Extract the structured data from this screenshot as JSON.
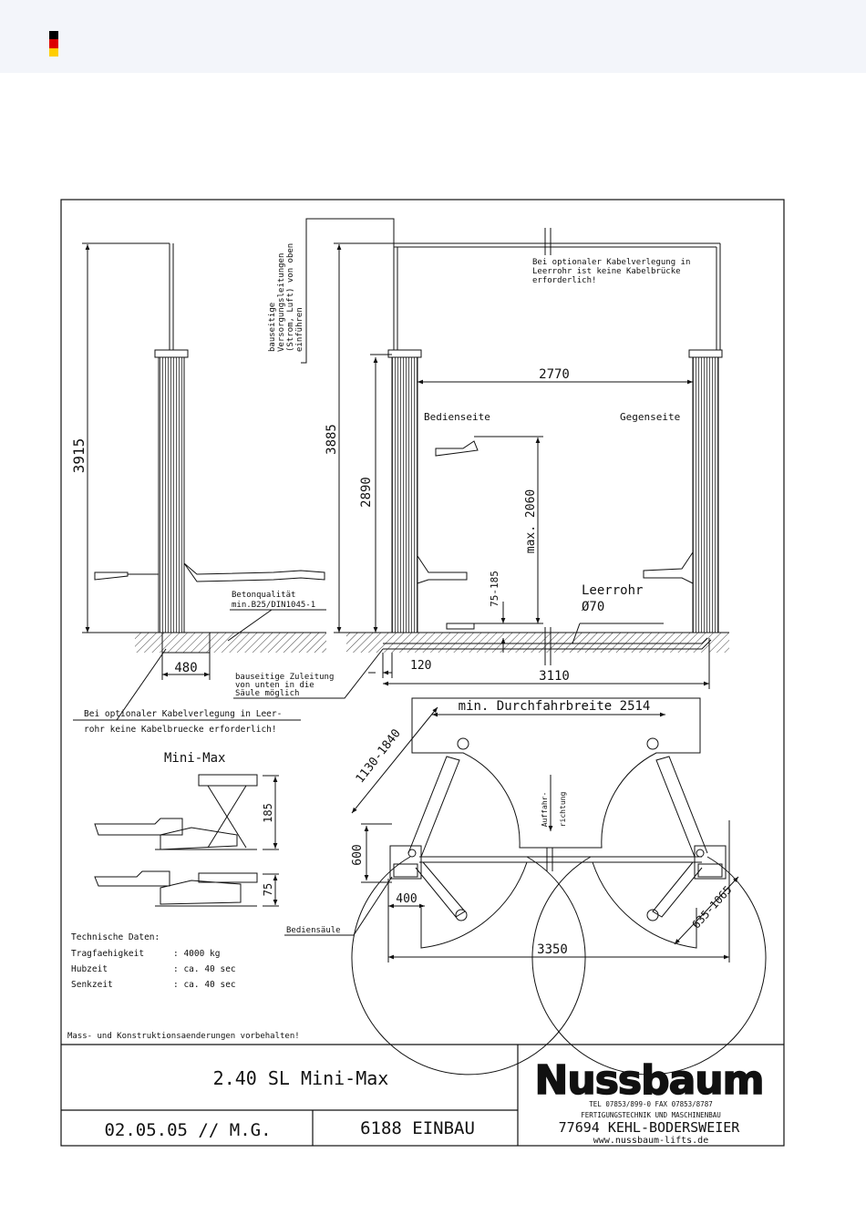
{
  "colors": {
    "flag": [
      "#000000",
      "#dd0000",
      "#ffce00"
    ],
    "ink": "#111111",
    "header_bg": "#f3f5fa"
  },
  "elevation_left": {
    "dim_total_height": "3915",
    "supply_note": [
      "bauseitige",
      "Versorgungsleitungen",
      "(Strom, Luft) von oben",
      "einführen"
    ],
    "concrete_note": [
      "Betonqualität",
      "min.B25/DIN1045-1"
    ],
    "dim_base": "480",
    "cable_note": [
      "Bei optionaler Kabelverlegung in Leer-",
      "rohr keine Kabelbruecke erforderlich!"
    ]
  },
  "elevation_right": {
    "dim_overall_height": "3885",
    "dim_column_height": "2890",
    "dim_between_columns": "2770",
    "label_operator_side": "Bedienseite",
    "label_opposite_side": "Gegenseite",
    "dim_max_lift": "max. 2060",
    "dim_min_pad": "75-185",
    "conduit_label": [
      "Leerrohr",
      "Ø70"
    ],
    "cable_note_top": [
      "Bei optionaler Kabelverlegung in",
      "Leerrohr ist keine Kabelbrücke",
      "erforderlich!"
    ],
    "dim_offset": "120",
    "dim_overall_width": "3110",
    "feed_note": [
      "bauseitige Zuleitung",
      "von unten in die",
      "Säule möglich"
    ]
  },
  "plan_view": {
    "dim_drive_through": "min. Durchfahrbreite 2514",
    "dim_arm_long": "1130-1840",
    "dim_arm_short": "635-1065",
    "dim_depth": "600",
    "dim_side": "400",
    "dim_total_width": "3350",
    "drive_direction": [
      "Auffahr-",
      "richtung"
    ],
    "operator_column": "Bediensäule"
  },
  "mini_max": {
    "title": "Mini-Max",
    "dim_high": "185",
    "dim_low": "75"
  },
  "tech_data": {
    "heading": "Technische Daten:",
    "rows": [
      {
        "label": "Tragfaehigkeit",
        "value": ": 4000 kg"
      },
      {
        "label": "Hubzeit",
        "value": ": ca. 40 sec"
      },
      {
        "label": "Senkzeit",
        "value": ": ca. 40 sec"
      }
    ]
  },
  "disclaimer": "Mass- und Konstruktionsaenderungen vorbehalten!",
  "title_block": {
    "product": "2.40 SL Mini-Max",
    "date_author": "02.05.05 // M.G.",
    "drawing_no": "6188 EINBAU",
    "company_logo": "Nussbaum",
    "contact": "TEL 07853/899-0   FAX 07853/8787",
    "department": "FERTIGUNGSTECHNIK UND MASCHINENBAU",
    "address": "77694 KEHL-BODERSWEIER",
    "website": "www.nussbaum-lifts.de"
  }
}
